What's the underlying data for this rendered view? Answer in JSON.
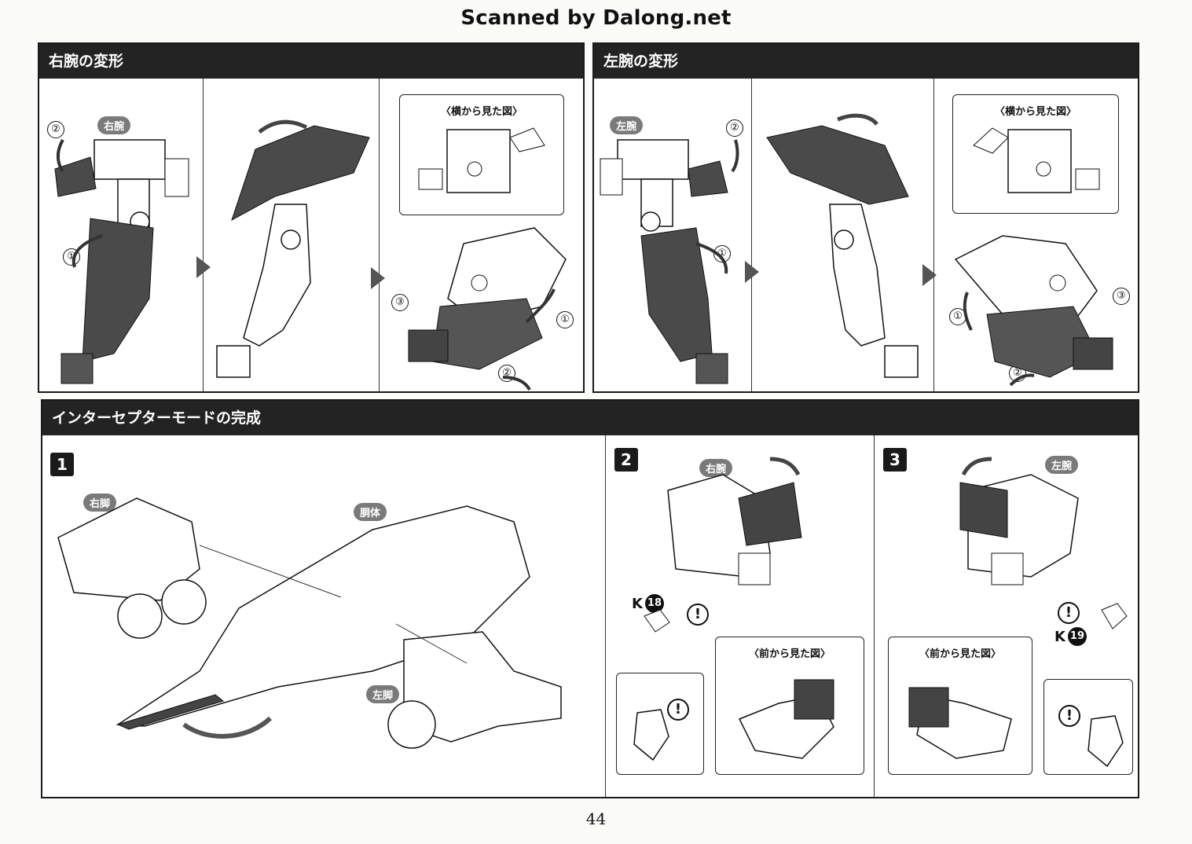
{
  "header": {
    "scan_credit": "Scanned by Dalong.net"
  },
  "sections": {
    "right_arm": {
      "title": "右腕の変形",
      "label": "右腕",
      "inset_title": "〈横から見た図〉",
      "steps": [
        "①",
        "②",
        "③"
      ]
    },
    "left_arm": {
      "title": "左腕の変形",
      "label": "左腕",
      "inset_title": "〈横から見た図〉",
      "steps": [
        "①",
        "②",
        "③"
      ]
    },
    "completion": {
      "title": "インターセプターモードの完成",
      "step1": {
        "number": "1",
        "label_right_leg": "右脚",
        "label_body": "胴体",
        "label_left_leg": "左脚"
      },
      "step2": {
        "number": "2",
        "label_arm": "右腕",
        "parts_letter": "K",
        "parts_number": "18",
        "inset_title": "〈前から見た図〉"
      },
      "step3": {
        "number": "3",
        "label_arm": "左腕",
        "parts_letter": "K",
        "parts_number": "19",
        "inset_title": "〈前から見た図〉"
      }
    }
  },
  "warning_symbol": "!",
  "page_number": "44",
  "colors": {
    "bar": "#232323",
    "dark_part": "#4a4a4a",
    "tag": "#7a7a7a"
  }
}
